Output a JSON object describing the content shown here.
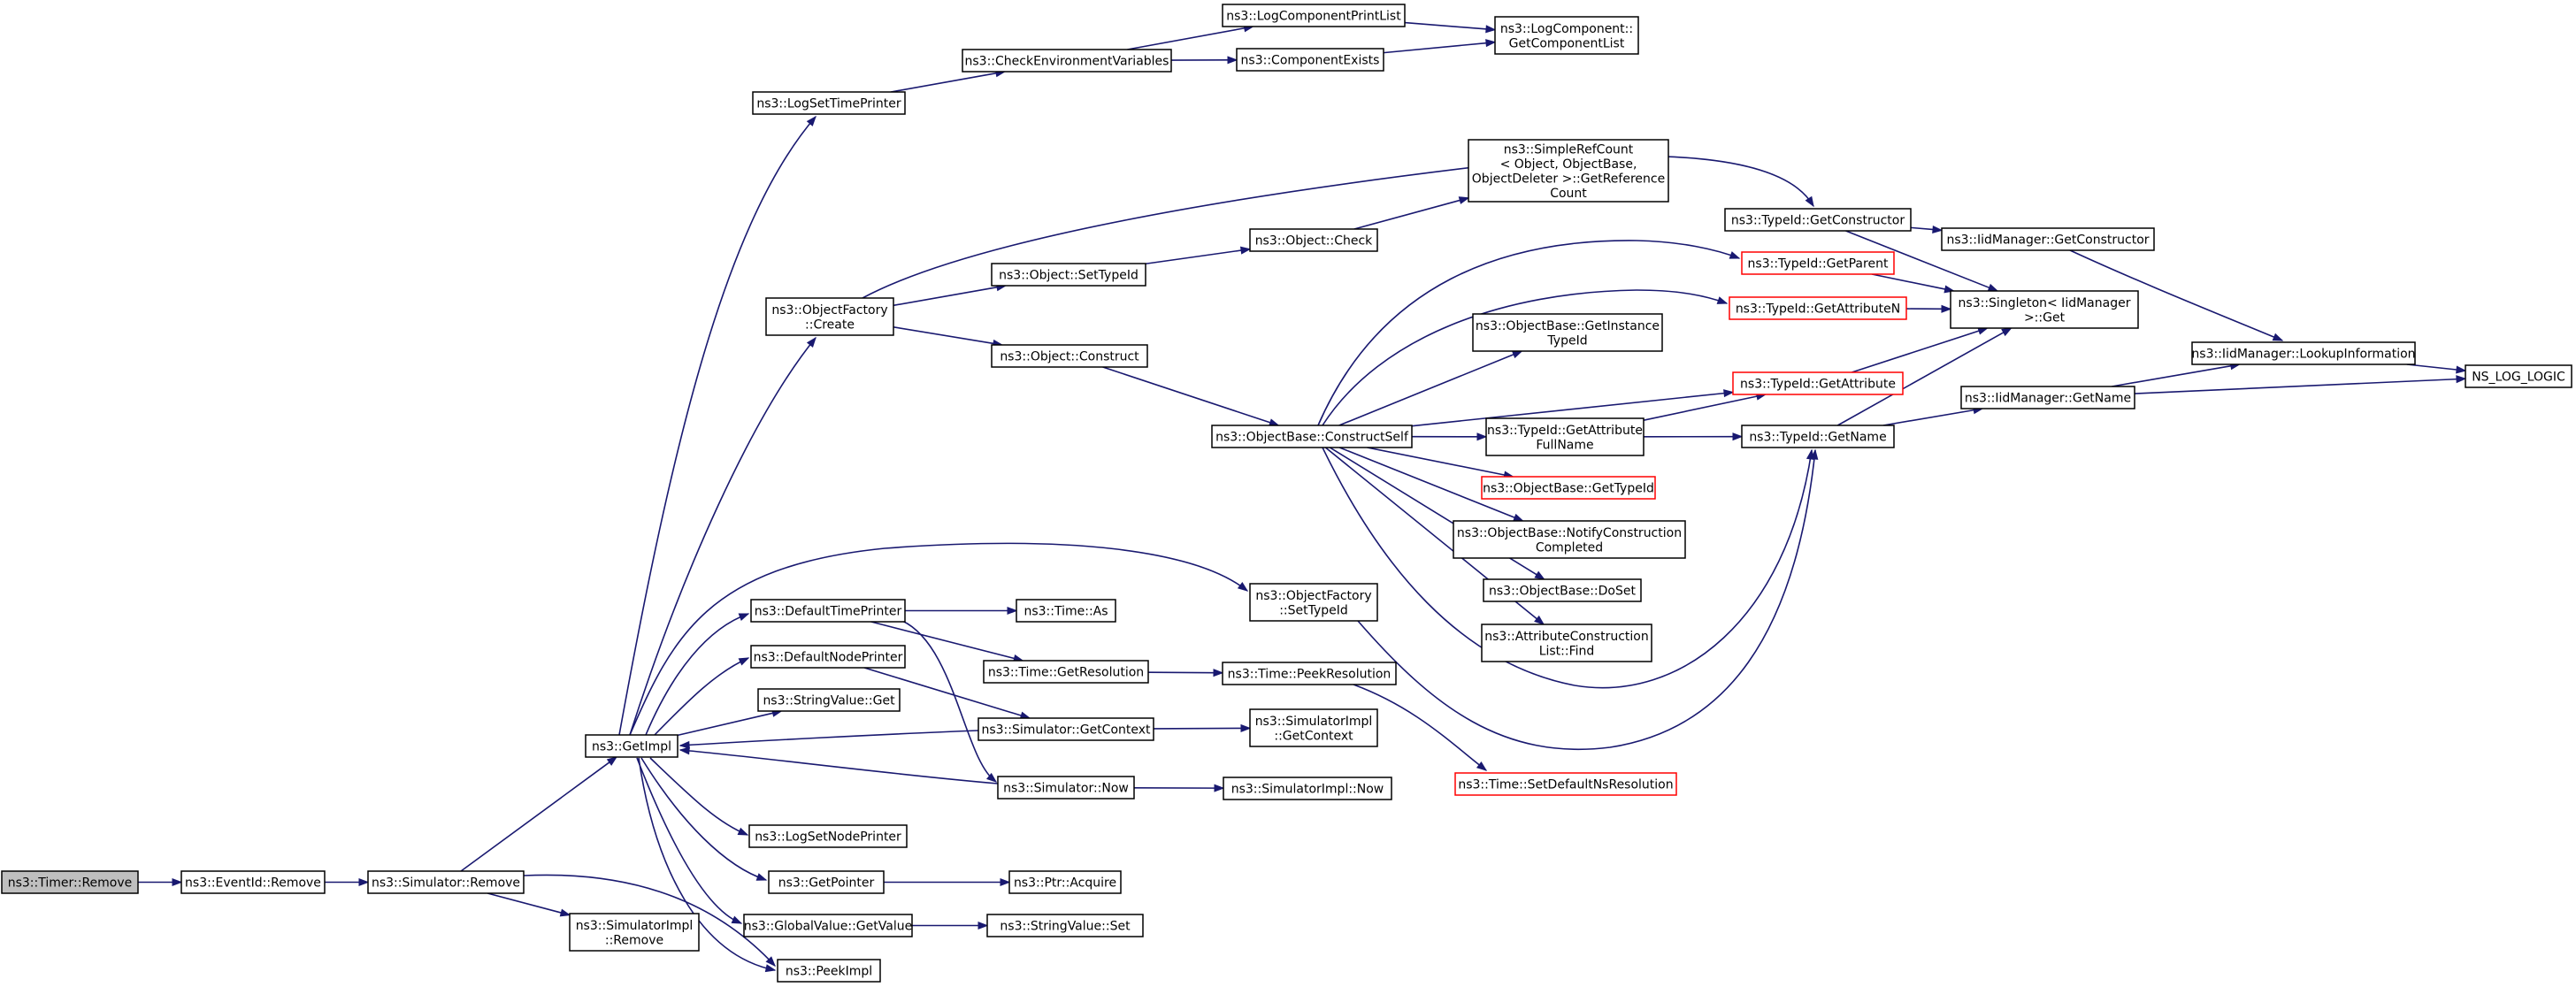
{
  "diagram": {
    "title": "",
    "colors": {
      "edge": "#191970",
      "node_border": "#000000",
      "node_fill": "#ffffff",
      "root_fill": "#bfbfbf",
      "truncated_border": "#ff0000"
    },
    "nodes": [
      {
        "id": "timer_remove",
        "lines": [
          "ns3::Timer::Remove"
        ],
        "style": "root"
      },
      {
        "id": "eventid_remove",
        "lines": [
          "ns3::EventId::Remove"
        ],
        "style": "normal"
      },
      {
        "id": "sim_remove",
        "lines": [
          "ns3::Simulator::Remove"
        ],
        "style": "normal"
      },
      {
        "id": "getimpl",
        "lines": [
          "ns3::GetImpl"
        ],
        "style": "normal"
      },
      {
        "id": "simimpl_remove",
        "lines": [
          "ns3::SimulatorImpl",
          "::Remove"
        ],
        "style": "normal"
      },
      {
        "id": "peekimpl",
        "lines": [
          "ns3::PeekImpl"
        ],
        "style": "normal"
      },
      {
        "id": "logsettimeprinter",
        "lines": [
          "ns3::LogSetTimePrinter"
        ],
        "style": "normal"
      },
      {
        "id": "checkenv",
        "lines": [
          "ns3::CheckEnvironmentVariables"
        ],
        "style": "normal"
      },
      {
        "id": "logcompprintlist",
        "lines": [
          "ns3::LogComponentPrintList"
        ],
        "style": "normal"
      },
      {
        "id": "compexists",
        "lines": [
          "ns3::ComponentExists"
        ],
        "style": "normal"
      },
      {
        "id": "getcomplist",
        "lines": [
          "ns3::LogComponent::",
          "GetComponentList"
        ],
        "style": "normal"
      },
      {
        "id": "objfactory_create",
        "lines": [
          "ns3::ObjectFactory",
          "::Create"
        ],
        "style": "normal"
      },
      {
        "id": "obj_settypeid",
        "lines": [
          "ns3::Object::SetTypeId"
        ],
        "style": "normal"
      },
      {
        "id": "obj_check",
        "lines": [
          "ns3::Object::Check"
        ],
        "style": "normal"
      },
      {
        "id": "refcount",
        "lines": [
          "ns3::SimpleRefCount",
          "< Object, ObjectBase,",
          "ObjectDeleter >::GetReference",
          "Count"
        ],
        "style": "normal"
      },
      {
        "id": "obj_construct",
        "lines": [
          "ns3::Object::Construct"
        ],
        "style": "normal"
      },
      {
        "id": "constructself",
        "lines": [
          "ns3::ObjectBase::ConstructSelf"
        ],
        "style": "normal"
      },
      {
        "id": "typeid_getconstructor",
        "lines": [
          "ns3::TypeId::GetConstructor"
        ],
        "style": "normal"
      },
      {
        "id": "iid_getconstructor",
        "lines": [
          "ns3::IidManager::GetConstructor"
        ],
        "style": "normal"
      },
      {
        "id": "typeid_getparent",
        "lines": [
          "ns3::TypeId::GetParent"
        ],
        "style": "truncated"
      },
      {
        "id": "typeid_getattributen",
        "lines": [
          "ns3::TypeId::GetAttributeN"
        ],
        "style": "truncated"
      },
      {
        "id": "singleton_get",
        "lines": [
          "ns3::Singleton< IidManager",
          ">::Get"
        ],
        "style": "normal"
      },
      {
        "id": "getinstancetypeid",
        "lines": [
          "ns3::ObjectBase::GetInstance",
          "TypeId"
        ],
        "style": "normal"
      },
      {
        "id": "typeid_getattribute",
        "lines": [
          "ns3::TypeId::GetAttribute"
        ],
        "style": "truncated"
      },
      {
        "id": "iid_lookup",
        "lines": [
          "ns3::IidManager::LookupInformation"
        ],
        "style": "normal"
      },
      {
        "id": "ns_log_logic",
        "lines": [
          "NS_LOG_LOGIC"
        ],
        "style": "normal"
      },
      {
        "id": "iid_getname",
        "lines": [
          "ns3::IidManager::GetName"
        ],
        "style": "normal"
      },
      {
        "id": "getattributefullname",
        "lines": [
          "ns3::TypeId::GetAttribute",
          "FullName"
        ],
        "style": "normal"
      },
      {
        "id": "typeid_getname",
        "lines": [
          "ns3::TypeId::GetName"
        ],
        "style": "normal"
      },
      {
        "id": "objbase_gettypeid",
        "lines": [
          "ns3::ObjectBase::GetTypeId"
        ],
        "style": "truncated"
      },
      {
        "id": "notifyconstruction",
        "lines": [
          "ns3::ObjectBase::NotifyConstruction",
          "Completed"
        ],
        "style": "normal"
      },
      {
        "id": "objfactory_settypeid",
        "lines": [
          "ns3::ObjectFactory",
          "::SetTypeId"
        ],
        "style": "normal"
      },
      {
        "id": "objbase_doset",
        "lines": [
          "ns3::ObjectBase::DoSet"
        ],
        "style": "normal"
      },
      {
        "id": "attrconstr_find",
        "lines": [
          "ns3::AttributeConstruction",
          "List::Find"
        ],
        "style": "normal"
      },
      {
        "id": "defaulttimeprinter",
        "lines": [
          "ns3::DefaultTimePrinter"
        ],
        "style": "normal"
      },
      {
        "id": "time_as",
        "lines": [
          "ns3::Time::As"
        ],
        "style": "normal"
      },
      {
        "id": "defaultnodeprinter",
        "lines": [
          "ns3::DefaultNodePrinter"
        ],
        "style": "normal"
      },
      {
        "id": "time_getresolution",
        "lines": [
          "ns3::Time::GetResolution"
        ],
        "style": "normal"
      },
      {
        "id": "time_peekresolution",
        "lines": [
          "ns3::Time::PeekResolution"
        ],
        "style": "normal"
      },
      {
        "id": "stringvalue_get",
        "lines": [
          "ns3::StringValue::Get"
        ],
        "style": "normal"
      },
      {
        "id": "sim_getcontext",
        "lines": [
          "ns3::Simulator::GetContext"
        ],
        "style": "normal"
      },
      {
        "id": "simimpl_getcontext",
        "lines": [
          "ns3::SimulatorImpl",
          "::GetContext"
        ],
        "style": "normal"
      },
      {
        "id": "time_setdefaultnsres",
        "lines": [
          "ns3::Time::SetDefaultNsResolution"
        ],
        "style": "truncated"
      },
      {
        "id": "sim_now",
        "lines": [
          "ns3::Simulator::Now"
        ],
        "style": "normal"
      },
      {
        "id": "simimpl_now",
        "lines": [
          "ns3::SimulatorImpl::Now"
        ],
        "style": "normal"
      },
      {
        "id": "logsetnodeprinter",
        "lines": [
          "ns3::LogSetNodePrinter"
        ],
        "style": "normal"
      },
      {
        "id": "getpointer",
        "lines": [
          "ns3::GetPointer"
        ],
        "style": "normal"
      },
      {
        "id": "ptr_acquire",
        "lines": [
          "ns3::Ptr::Acquire"
        ],
        "style": "normal"
      },
      {
        "id": "globalvalue_getvalue",
        "lines": [
          "ns3::GlobalValue::GetValue"
        ],
        "style": "normal"
      },
      {
        "id": "stringvalue_set",
        "lines": [
          "ns3::StringValue::Set"
        ],
        "style": "normal"
      }
    ],
    "edges": [
      [
        "timer_remove",
        "eventid_remove"
      ],
      [
        "eventid_remove",
        "sim_remove"
      ],
      [
        "sim_remove",
        "getimpl"
      ],
      [
        "sim_remove",
        "simimpl_remove"
      ],
      [
        "sim_remove",
        "peekimpl"
      ],
      [
        "getimpl",
        "logsettimeprinter"
      ],
      [
        "getimpl",
        "objfactory_create"
      ],
      [
        "getimpl",
        "objfactory_settypeid"
      ],
      [
        "getimpl",
        "defaulttimeprinter"
      ],
      [
        "getimpl",
        "defaultnodeprinter"
      ],
      [
        "getimpl",
        "stringvalue_get"
      ],
      [
        "getimpl",
        "logsetnodeprinter"
      ],
      [
        "getimpl",
        "getpointer"
      ],
      [
        "getimpl",
        "globalvalue_getvalue"
      ],
      [
        "getimpl",
        "peekimpl"
      ],
      [
        "logsettimeprinter",
        "checkenv"
      ],
      [
        "checkenv",
        "logcompprintlist"
      ],
      [
        "checkenv",
        "compexists"
      ],
      [
        "logcompprintlist",
        "getcomplist"
      ],
      [
        "compexists",
        "getcomplist"
      ],
      [
        "objfactory_create",
        "typeid_getconstructor"
      ],
      [
        "objfactory_create",
        "obj_settypeid"
      ],
      [
        "objfactory_create",
        "obj_construct"
      ],
      [
        "obj_settypeid",
        "obj_check"
      ],
      [
        "obj_check",
        "refcount"
      ],
      [
        "obj_construct",
        "constructself"
      ],
      [
        "typeid_getconstructor",
        "iid_getconstructor"
      ],
      [
        "typeid_getconstructor",
        "singleton_get"
      ],
      [
        "iid_getconstructor",
        "iid_lookup"
      ],
      [
        "iid_lookup",
        "ns_log_logic"
      ],
      [
        "constructself",
        "typeid_getparent"
      ],
      [
        "constructself",
        "typeid_getattributen"
      ],
      [
        "constructself",
        "getinstancetypeid"
      ],
      [
        "constructself",
        "typeid_getattribute"
      ],
      [
        "constructself",
        "getattributefullname"
      ],
      [
        "constructself",
        "typeid_getname"
      ],
      [
        "constructself",
        "objbase_gettypeid"
      ],
      [
        "constructself",
        "notifyconstruction"
      ],
      [
        "constructself",
        "objbase_doset"
      ],
      [
        "constructself",
        "attrconstr_find"
      ],
      [
        "typeid_getparent",
        "singleton_get"
      ],
      [
        "typeid_getattributen",
        "singleton_get"
      ],
      [
        "typeid_getattribute",
        "singleton_get"
      ],
      [
        "getattributefullname",
        "typeid_getattribute"
      ],
      [
        "getattributefullname",
        "typeid_getname"
      ],
      [
        "typeid_getname",
        "singleton_get"
      ],
      [
        "typeid_getname",
        "iid_getname"
      ],
      [
        "iid_getname",
        "iid_lookup"
      ],
      [
        "iid_getname",
        "ns_log_logic"
      ],
      [
        "objfactory_settypeid",
        "typeid_getname"
      ],
      [
        "defaulttimeprinter",
        "time_as"
      ],
      [
        "defaulttimeprinter",
        "time_getresolution"
      ],
      [
        "defaulttimeprinter",
        "sim_now"
      ],
      [
        "defaultnodeprinter",
        "sim_getcontext"
      ],
      [
        "time_getresolution",
        "time_peekresolution"
      ],
      [
        "time_peekresolution",
        "time_setdefaultnsres"
      ],
      [
        "sim_getcontext",
        "getimpl"
      ],
      [
        "sim_getcontext",
        "simimpl_getcontext"
      ],
      [
        "sim_now",
        "getimpl"
      ],
      [
        "sim_now",
        "simimpl_now"
      ],
      [
        "getpointer",
        "ptr_acquire"
      ],
      [
        "globalvalue_getvalue",
        "stringvalue_set"
      ]
    ]
  }
}
